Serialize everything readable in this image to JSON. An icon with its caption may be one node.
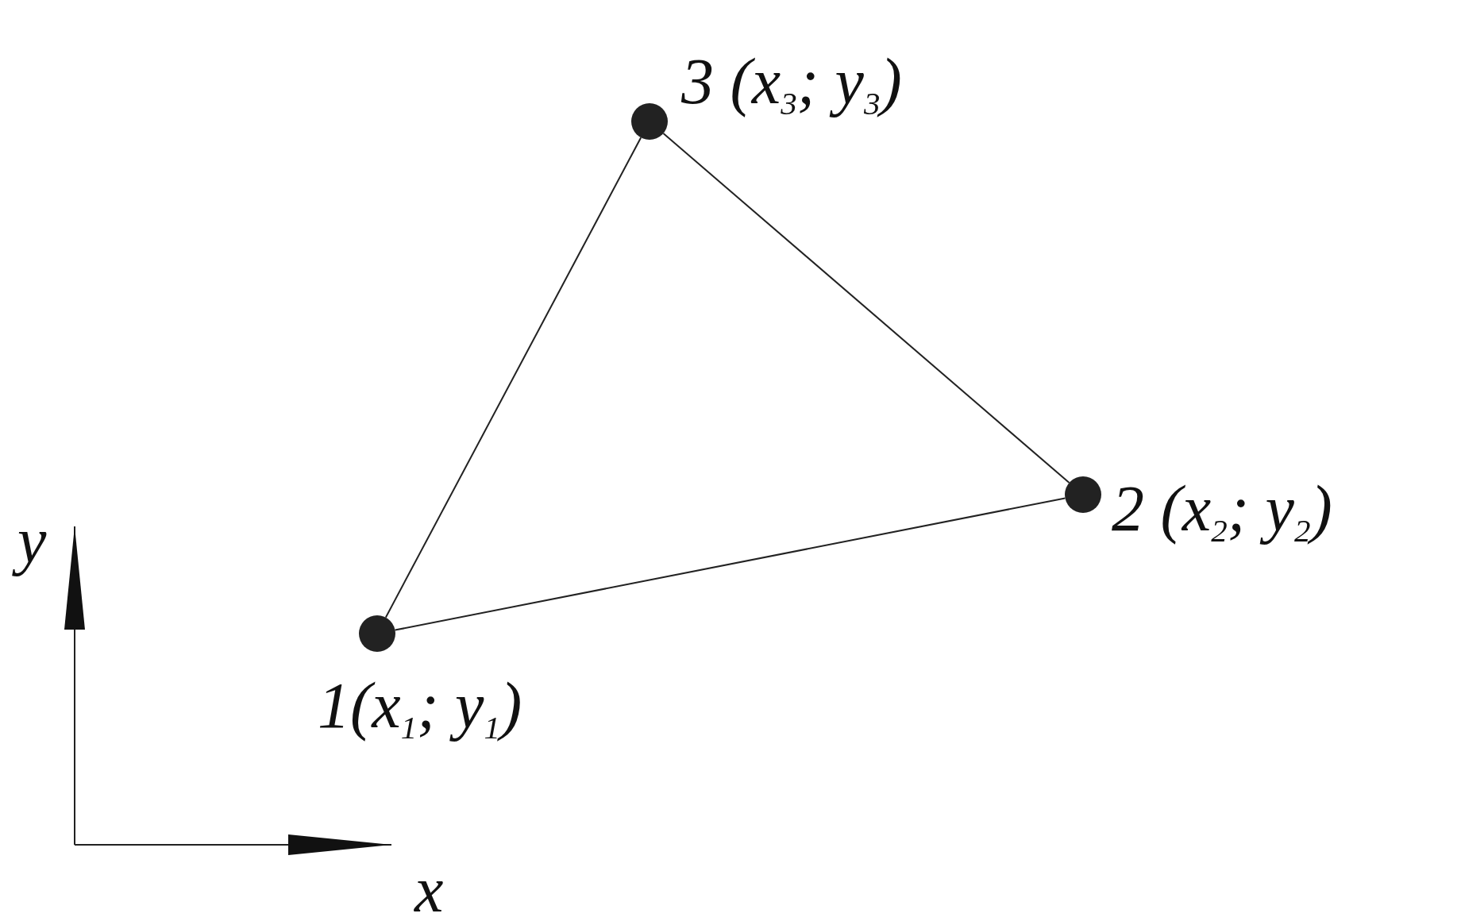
{
  "diagram": {
    "nodes": [
      {
        "text": [],
        "shape": "circle",
        "beside": [
          "3 (x$_{3}$; y$_{3}$)"
        ]
      },
      {
        "text": [],
        "shape": "circle",
        "beside": [
          "2 (x$_{2}$; y$_{2}$)"
        ]
      },
      {
        "text": [],
        "shape": "circle",
        "beside": [
          "1(x$_{1}$; y$_{1}$)"
        ]
      }
    ],
    "edges": [
      {
        "from": 0,
        "to": 1,
        "arrow": "none"
      },
      {
        "from": 1,
        "to": 2,
        "arrow": "none"
      },
      {
        "from": 2,
        "to": 0,
        "arrow": "none"
      }
    ],
    "labels": [
      "y",
      "x"
    ]
  }
}
